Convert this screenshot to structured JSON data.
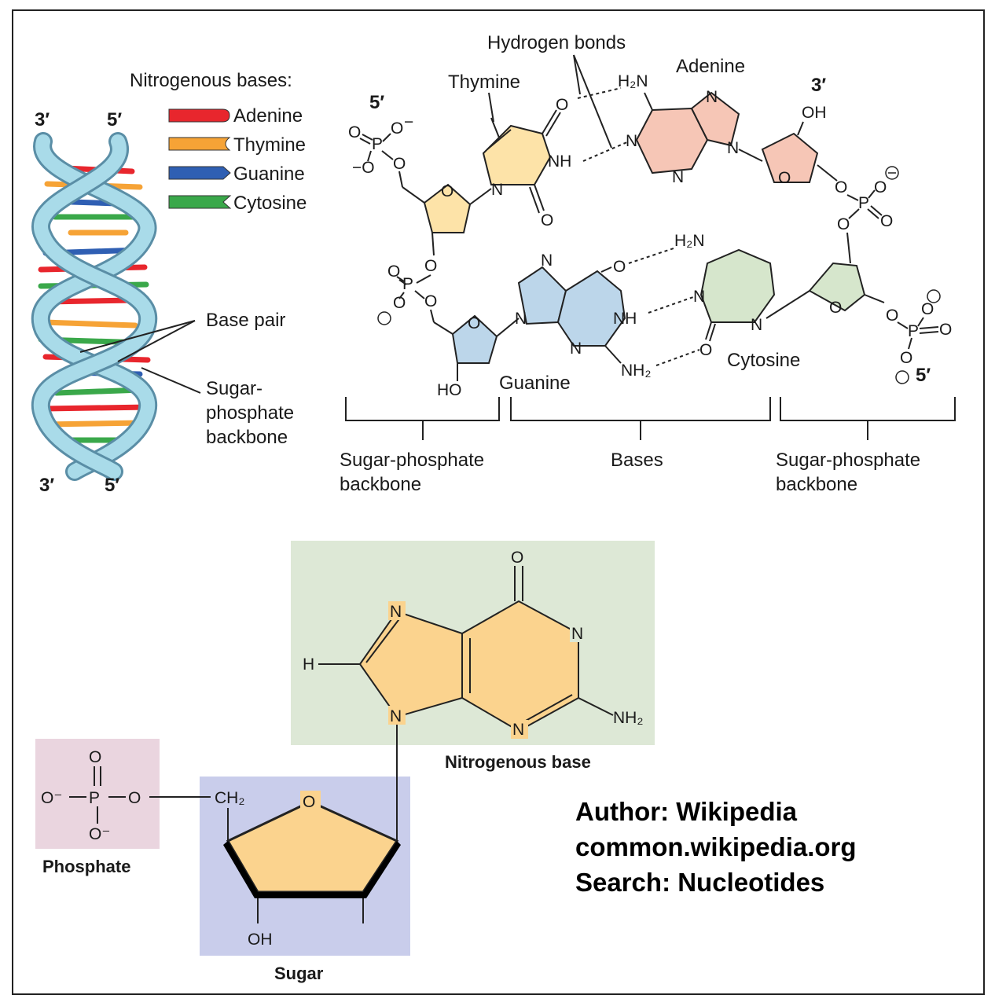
{
  "helix": {
    "top_left": "3′",
    "top_right": "5′",
    "bottom_left": "3′",
    "bottom_right": "5′"
  },
  "legend": {
    "title": "Nitrogenous bases:",
    "items": [
      {
        "label": "Adenine",
        "color": "#e8262d"
      },
      {
        "label": "Thymine",
        "color": "#f6a336"
      },
      {
        "label": "Guanine",
        "color": "#2f5fb3"
      },
      {
        "label": "Cytosine",
        "color": "#3aa84a"
      }
    ]
  },
  "helix_labels": {
    "base_pair": "Base pair",
    "backbone_l1": "Sugar-",
    "backbone_l2": "phosphate",
    "backbone_l3": "backbone"
  },
  "pairing": {
    "hydrogen_bonds": "Hydrogen bonds",
    "thymine": "Thymine",
    "adenine": "Adenine",
    "guanine": "Guanine",
    "cytosine": "Cytosine",
    "end_5_top": "5′",
    "end_3_top": "3′",
    "end_5_bottom": "5′",
    "bracket_left_l1": "Sugar-phosphate",
    "bracket_left_l2": "backbone",
    "bracket_mid": "Bases",
    "bracket_right_l1": "Sugar-phosphate",
    "bracket_right_l2": "backbone"
  },
  "nucleotide": {
    "nitrogenous_base": "Nitrogenous base",
    "phosphate": "Phosphate",
    "sugar": "Sugar"
  },
  "credit": {
    "line1": "Author: Wikipedia",
    "line2": "common.wikipedia.org",
    "line3": "Search: Nucleotides"
  },
  "colors": {
    "backbone_blue": "#a9dbe9",
    "thymine_fill": "#fde3a8",
    "adenine_fill": "#f6c6b6",
    "guanine_fill": "#bcd6ea",
    "cytosine_fill": "#d6e6cc",
    "base_box": "#dde8d6",
    "sugar_box": "#c9cdeb",
    "phosphate_box": "#ead5df",
    "ring_orange": "#fbd38e"
  }
}
